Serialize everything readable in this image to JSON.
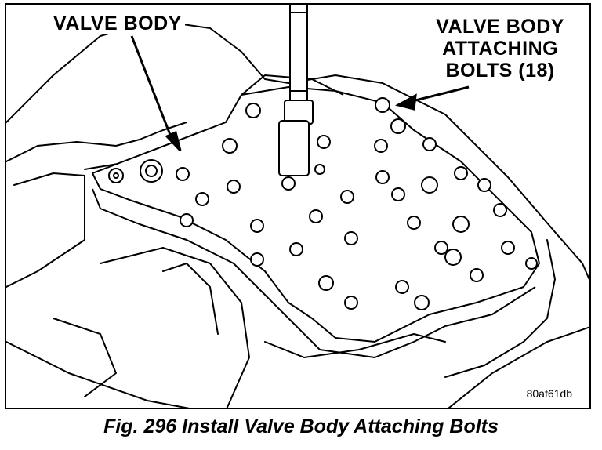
{
  "labels": {
    "valve_body": "VALVE BODY",
    "bolts_line1": "VALVE BODY",
    "bolts_line2": "ATTACHING",
    "bolts_line3": "BOLTS (18)"
  },
  "image_code": "80af61db",
  "caption": "Fig. 296 Install Valve Body Attaching Bolts"
}
